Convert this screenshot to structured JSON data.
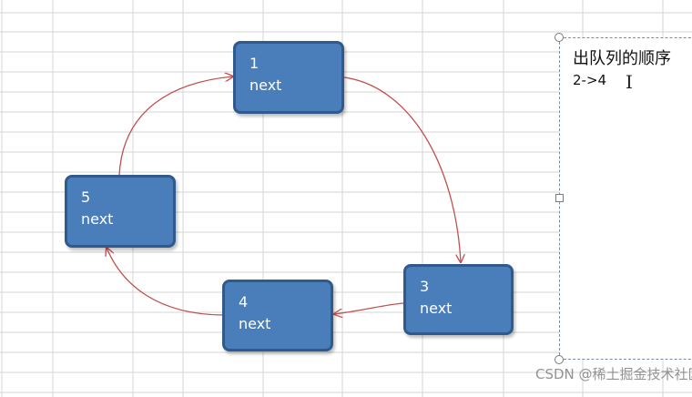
{
  "nodes": [
    {
      "id": "1",
      "number": "1",
      "label": "next"
    },
    {
      "id": "3",
      "number": "3",
      "label": "next"
    },
    {
      "id": "4",
      "number": "4",
      "label": "next"
    },
    {
      "id": "5",
      "number": "5",
      "label": "next"
    }
  ],
  "edges": [
    {
      "from": "1",
      "to": "3"
    },
    {
      "from": "3",
      "to": "4"
    },
    {
      "from": "4",
      "to": "5"
    },
    {
      "from": "5",
      "to": "1"
    }
  ],
  "note": {
    "title": "出队列的顺序",
    "body": "2->4"
  },
  "watermark": "CSDN @稀土掘金技术社区",
  "colors": {
    "node_fill": "#4a7ebb",
    "node_border": "#2f5a8c",
    "arrow": "#c0504d",
    "grid": "#d4d4d4"
  }
}
